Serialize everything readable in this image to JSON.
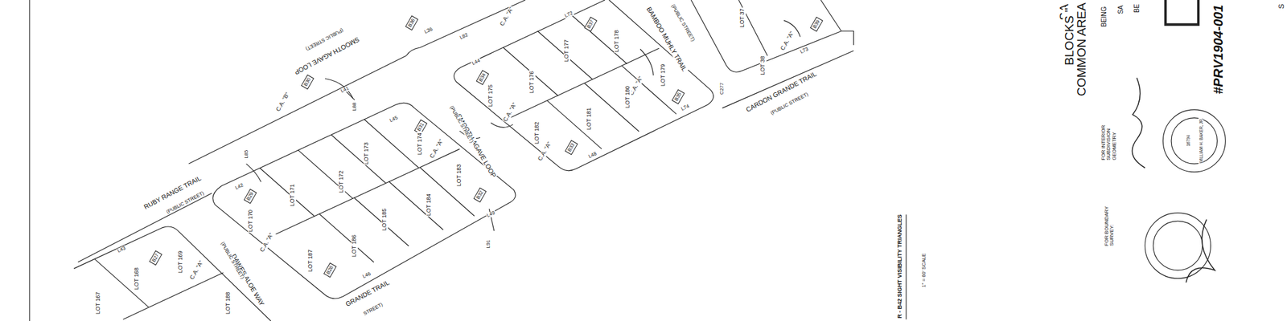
{
  "diagram": {
    "nodes": [
      {
        "text": [
          "B36"
        ]
      },
      {
        "text": [
          "B37"
        ]
      },
      {
        "text": [
          "B39"
        ]
      },
      {
        "text": [
          "B30"
        ]
      },
      {
        "text": [
          "B34"
        ]
      },
      {
        "text": [
          "B33"
        ]
      },
      {
        "text": [
          "B35"
        ]
      },
      {
        "text": [
          "B29"
        ]
      },
      {
        "text": [
          "B31"
        ]
      },
      {
        "text": [
          "B28"
        ]
      },
      {
        "text": [
          "B32"
        ]
      },
      {
        "text": [
          "B27"
        ]
      }
    ],
    "labels": [
      "LOT 37",
      "L36",
      "L82",
      "C.A. \"A\"",
      "L72",
      "LOT 177",
      "LOT 178",
      "C.A. \"A\"",
      "BAMBOO MUHLY TRAIL",
      "(PUBLIC STREET)",
      "LOT 38",
      "C.A. \"A\"",
      "L73",
      "C277",
      "CARDON GRANDE TRAIL",
      "(PUBLIC STREET)",
      "SMOOTH AGAVE LOOP",
      "(PUBLIC STREET)",
      "C.A. \"B\"",
      "L41",
      "L88",
      "L44",
      "LOT 175",
      "LOT 176",
      "LOT 179",
      "LOT 180",
      "LOT 181",
      "LOT 182",
      "C.A. \"A\"",
      "L48",
      "L74",
      "SMOOTH AGAVE LOOP",
      "(PUBLIC STREET)",
      "C.A. \"A\"",
      "RUBY RANGE TRAIL",
      "(PUBLIC STREET)",
      "L85",
      "L42",
      "LOT 170",
      "C.A. \"A\"",
      "LOT 171",
      "LOT 172",
      "LOT 173",
      "L45",
      "LOT 174",
      "C.A. \"A\"",
      "LOT 183",
      "LOT 184",
      "LOT 185",
      "LOT 186",
      "LOT 187",
      "L46",
      "L49",
      "L91",
      "DAWES ALOE WAY",
      "(PUBLIC STREET)",
      "GRANDE TRAIL",
      "STREET)",
      "LOT 167",
      "LOT 168",
      "LOT 169",
      "L43",
      "C.A. \"A\"",
      "LOT 188",
      "R - B42  SIGHT VISIBILITY TRIANGLES",
      "1\" = 60' SCALE",
      "FOR INTERIOR SUBDIVISION GEOMETRY",
      "FOR BOUNDARY SURVEY:",
      "#PRV1904-001",
      "SA",
      "BLOCKS \"",
      "COMMON AREA",
      "BEING",
      "SA",
      "BE",
      "S",
      "16794",
      "WILLIAM H. BAKER, JR."
    ]
  }
}
